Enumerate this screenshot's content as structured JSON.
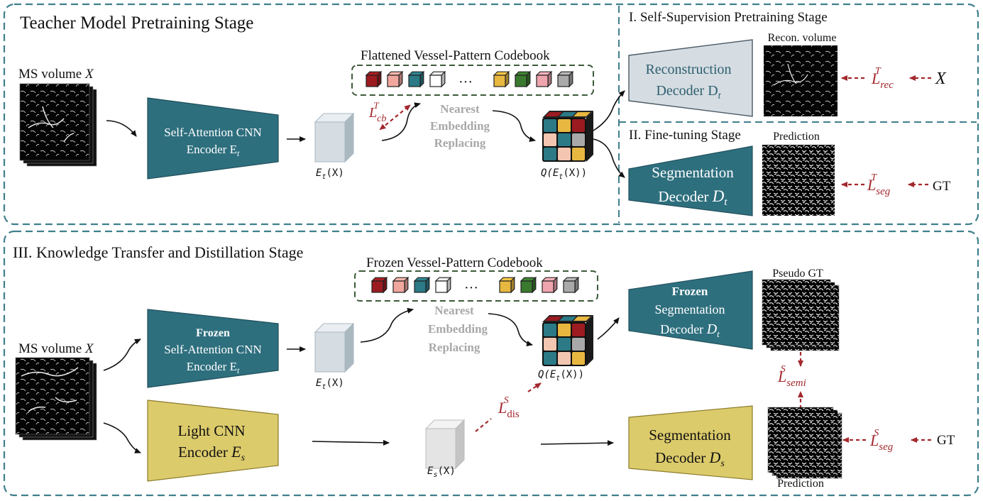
{
  "stages": {
    "teacher_title": "Teacher Model Pretraining Stage",
    "self_supervision_title": "I. Self-Supervision Pretraining Stage",
    "finetune_title": "II. Fine-tuning Stage",
    "distill_title": "III. Knowledge Transfer and Distillation Stage"
  },
  "top": {
    "input_label": "MS volume ",
    "input_var": "X",
    "encoder_line1": "Self-Attention CNN",
    "encoder_line2": "Encoder E",
    "encoder_sub": "t",
    "latent_label": "E",
    "latent_sub": "t",
    "latent_suffix": "(X)",
    "codebook_title": "Flattened Vessel-Pattern Codebook",
    "ellipsis": "···",
    "nearest_line1": "Nearest",
    "nearest_line2": "Embedding",
    "nearest_line3": "Replacing",
    "quantized_label": "Q(E",
    "quantized_sub": "t",
    "quantized_suffix": "(X))",
    "loss_cb": "L",
    "loss_cb_sup": "T",
    "loss_cb_sub": "cb",
    "recon_line1": "Reconstruction",
    "recon_line2": "Decoder D",
    "recon_sub": "t",
    "recon_output": "Recon. volume",
    "loss_rec": "L",
    "loss_rec_sup": "T",
    "loss_rec_sub": "rec",
    "recon_target": "X",
    "seg_line1": "Segmentation",
    "seg_line2": "Decoder ",
    "seg_var": "D",
    "seg_sub": "t",
    "prediction_label": "Prediction",
    "loss_seg": "L",
    "loss_seg_sup": "T",
    "loss_seg_sub": "seg",
    "gt_label": "GT"
  },
  "bottom": {
    "input_label": "MS volume ",
    "input_var": "X",
    "frozen_label": "Frozen",
    "encoder_line1": "Self-Attention CNN",
    "encoder_line2": "Encoder E",
    "encoder_sub": "t",
    "latent_label": "E",
    "latent_sub": "t",
    "latent_suffix": "(X)",
    "codebook_title": "Frozen Vessel-Pattern Codebook",
    "ellipsis": "···",
    "nearest_line1": "Nearest",
    "nearest_line2": "Embedding",
    "nearest_line3": "Replacing",
    "quantized_label": "Q(E",
    "quantized_sub": "t",
    "quantized_suffix": "(X))",
    "frozen_dec_label": "Frozen",
    "frozen_dec_line1": "Segmentation",
    "frozen_dec_line2": "Decoder ",
    "frozen_dec_var": "D",
    "frozen_dec_sub": "t",
    "pseudo_gt_label": "Pseudo GT",
    "loss_semi": "L",
    "loss_semi_sup": "S",
    "loss_semi_sub": "semi",
    "student_enc_line1": "Light CNN",
    "student_enc_line2": "Encoder ",
    "student_enc_var": "E",
    "student_enc_sub": "s",
    "student_latent_label": "E",
    "student_latent_sub": "s",
    "student_latent_suffix": "(X)",
    "loss_dis": "L",
    "loss_dis_sup": "S",
    "loss_dis_sub": "dis",
    "student_dec_line1": "Segmentation",
    "student_dec_line2": "Decoder ",
    "student_dec_var": "D",
    "student_dec_sub": "s",
    "prediction_label": "Prediction",
    "loss_seg": "L",
    "loss_seg_sup": "S",
    "loss_seg_sub": "seg",
    "gt_label": "GT"
  },
  "colors": {
    "teal": "#2e6f7e",
    "teal_border": "#1f4f5a",
    "yellow": "#dccb6b",
    "yellow_border": "#8a7a2a",
    "gray_box": "#d5dde2",
    "loss_red": "#a3282d",
    "dash_blue": "#3f7f8c",
    "dash_green": "#3d5a3a",
    "cube_colors": [
      "#9b1b20",
      "#f2a79e",
      "#2b7a86",
      "#ffffff",
      "#e8b740",
      "#3a7a2e",
      "#f0a4ae",
      "#a9a9a9"
    ]
  }
}
